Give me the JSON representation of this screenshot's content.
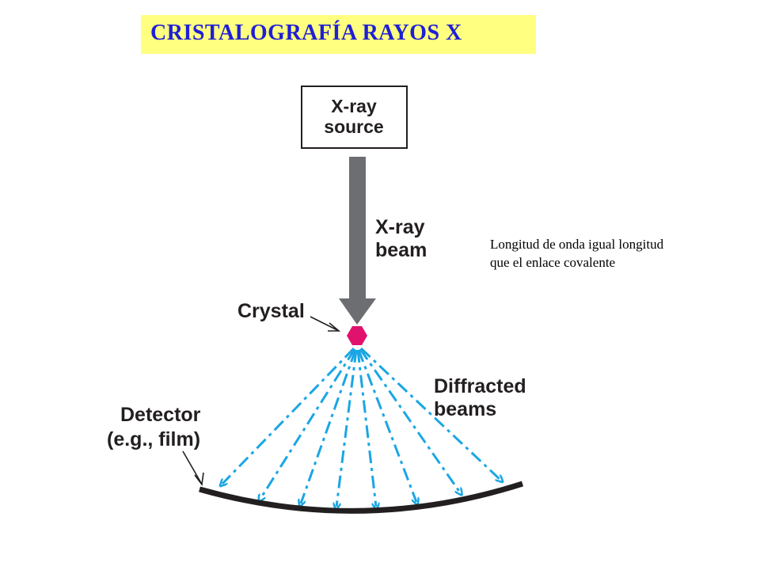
{
  "header": {
    "title": "CRISTALOGRAFÍA RAYOS X"
  },
  "note": {
    "line1": "Longitud de onda igual longitud",
    "line2": "que el enlace covalente"
  },
  "diagram": {
    "source_label": [
      "X-ray",
      "source"
    ],
    "beam_label": [
      "X-ray",
      "beam"
    ],
    "crystal_label": "Crystal",
    "diffracted_label": [
      "Diffracted",
      "beams"
    ],
    "detector_label": [
      "Detector",
      "(e.g., film)"
    ],
    "colors": {
      "title_bg": "#ffff80",
      "title_text": "#1f1fd6",
      "beam": "#6d6e71",
      "crystal": "#e0126e",
      "diffracted": "#1aa6e4",
      "detector": "#231f20"
    }
  }
}
